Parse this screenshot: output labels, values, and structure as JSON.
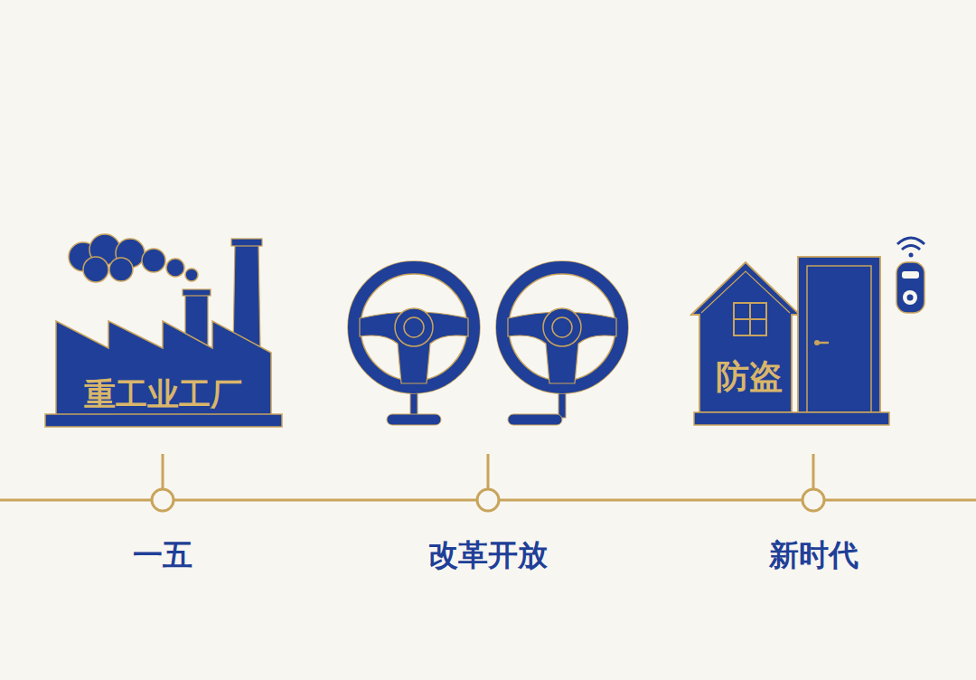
{
  "diagram": {
    "nodes": [
      {
        "text": [
          "重工业工厂"
        ]
      },
      {
        "text": [
          "防盗"
        ]
      }
    ],
    "labels": [
      "一五",
      "改革开放",
      "新时代"
    ]
  }
}
